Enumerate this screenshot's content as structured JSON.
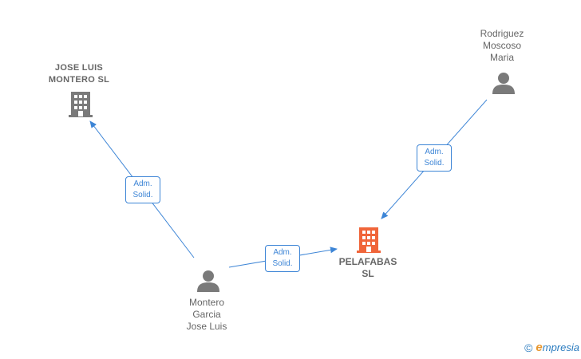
{
  "nodes": {
    "jose_luis_montero_sl": {
      "lines": [
        "JOSE LUIS",
        "MONTERO  SL"
      ],
      "type": "company"
    },
    "pelafabas_sl": {
      "lines": [
        "PELAFABAS",
        "SL"
      ],
      "type": "company-main"
    },
    "rodriguez_moscoso_maria": {
      "lines": [
        "Rodriguez",
        "Moscoso",
        "Maria"
      ],
      "type": "person"
    },
    "montero_garcia_jose_luis": {
      "lines": [
        "Montero",
        "Garcia",
        "Jose Luis"
      ],
      "type": "person"
    }
  },
  "edges": [
    {
      "from": "montero_garcia_jose_luis",
      "to": "jose_luis_montero_sl",
      "label": [
        "Adm.",
        "Solid."
      ]
    },
    {
      "from": "montero_garcia_jose_luis",
      "to": "pelafabas_sl",
      "label": [
        "Adm.",
        "Solid."
      ]
    },
    {
      "from": "rodriguez_moscoso_maria",
      "to": "pelafabas_sl",
      "label": [
        "Adm.",
        "Solid."
      ]
    }
  ],
  "colors": {
    "edge": "#3d85d6",
    "company_icon": "#7a7a7a",
    "company_main_icon": "#f0653a",
    "person_icon": "#7a7a7a",
    "label_text": "#666666"
  },
  "footer": {
    "copyright": "©",
    "brand_first": "e",
    "brand_rest": "mpresia"
  }
}
